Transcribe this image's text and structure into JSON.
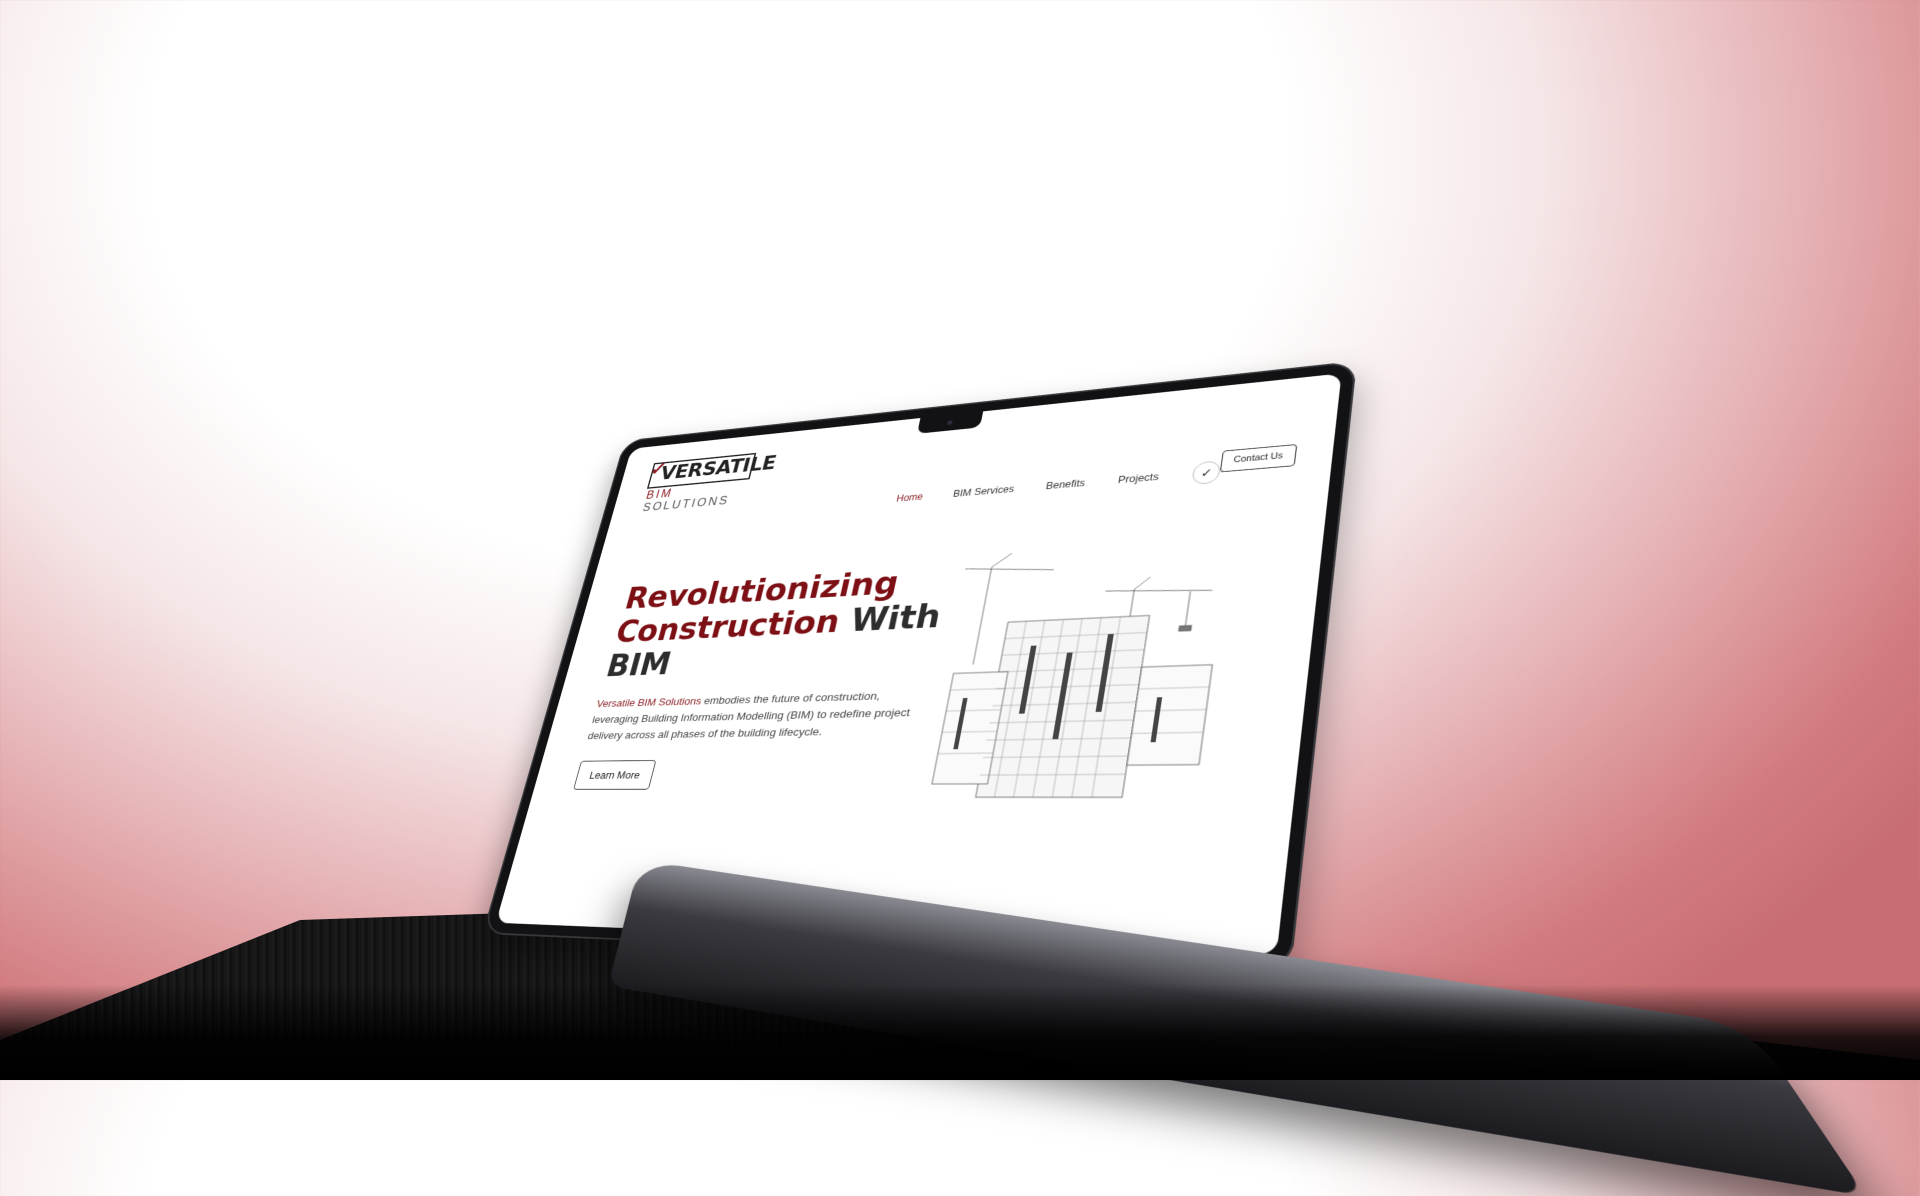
{
  "logo": {
    "wordmark": "VERSATILE",
    "sub_bim": "BIM",
    "sub_rest": "SOLUTIONS"
  },
  "nav": {
    "items": [
      "Home",
      "BIM Services",
      "Benefits",
      "Projects"
    ],
    "active": "Home",
    "contact_label": "Contact Us"
  },
  "hero": {
    "title_line1": "Revolutionizing",
    "title_line2": "Construction",
    "title_line2_dark": "With BIM",
    "desc_brand": "Versatile BIM Solutions",
    "desc_rest": "embodies the future of construction, leveraging Building Information Modelling (BIM) to redefine project delivery across all phases of the building lifecycle.",
    "cta_label": "Learn More"
  },
  "colors": {
    "brand": "#7d1015",
    "text": "#2d2d2d"
  }
}
